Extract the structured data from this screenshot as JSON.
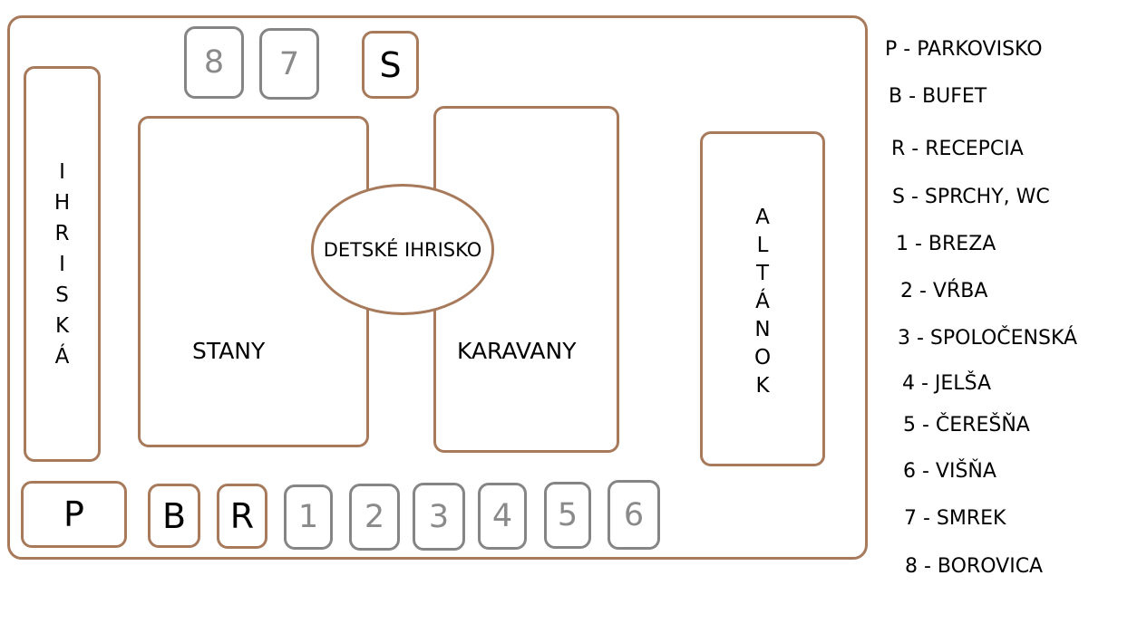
{
  "colors": {
    "brown_border": "#a87a5c",
    "gray_border": "#858585",
    "gray_text": "#8a8a8a"
  },
  "map": {
    "ihriska": [
      "I",
      "H",
      "R",
      "I",
      "S",
      "K",
      "Á"
    ],
    "altanok": [
      "A",
      "L",
      "T",
      "Á",
      "N",
      "O",
      "K"
    ],
    "stany": "STANY",
    "karavany": "KARAVANY",
    "detske_ihrisko": "DETSKÉ IHRISKO",
    "parking": "P",
    "bufet": "B",
    "recepcia": "R",
    "sprchy": "S",
    "chaty": {
      "c1": "1",
      "c2": "2",
      "c3": "3",
      "c4": "4",
      "c5": "5",
      "c6": "6",
      "c7": "7",
      "c8": "8"
    }
  },
  "legend": [
    "P - PARKOVISKO",
    "B - BUFET",
    "R - RECEPCIA",
    "S - SPRCHY, WC",
    "1 - BREZA",
    "2 - VŔBA",
    "3 - SPOLOČENSKÁ",
    "4 - JELŠA",
    "5 - ČEREŠŇA",
    "6 - VIŠŇA",
    "7 - SMREK",
    "8 - BOROVICA"
  ]
}
